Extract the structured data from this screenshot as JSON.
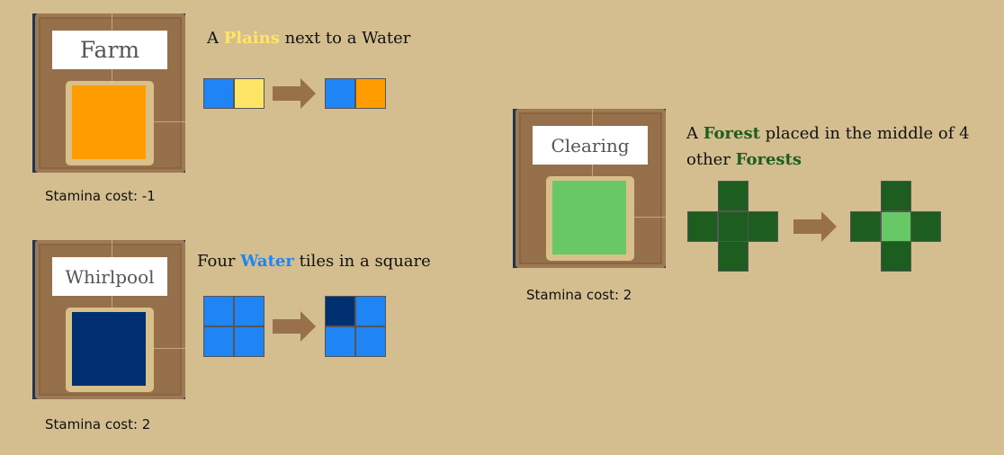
{
  "colors": {
    "water": "#1f85f5",
    "plains": "#ffe566",
    "farm": "#ff9c00",
    "whirlpool": "#00306f",
    "forest": "#1d5e20",
    "clearing": "#67c865",
    "arrow": "#98704a"
  },
  "rules": [
    {
      "id": "farm",
      "title": "Farm",
      "stamina": "Stamina cost: -1",
      "desc_pre": "A ",
      "desc_highlight": "Plains",
      "desc_highlight_color": "#ffe566",
      "desc_post": " next to a Water",
      "desc_extra": "",
      "desc_extra_highlight": "",
      "swatch": "farm",
      "before": [
        [
          0,
          0,
          "water"
        ],
        [
          1,
          0,
          "plains"
        ]
      ],
      "after": [
        [
          0,
          0,
          "water"
        ],
        [
          1,
          0,
          "farm"
        ]
      ]
    },
    {
      "id": "whirlpool",
      "title": "Whirlpool",
      "stamina": "Stamina cost: 2",
      "desc_pre": "Four ",
      "desc_highlight": "Water",
      "desc_highlight_color": "#1f85f5",
      "desc_post": " tiles in a square",
      "desc_extra": "",
      "desc_extra_highlight": "",
      "swatch": "whirlpool",
      "before": [
        [
          0,
          0,
          "water"
        ],
        [
          1,
          0,
          "water"
        ],
        [
          0,
          1,
          "water"
        ],
        [
          1,
          1,
          "water"
        ]
      ],
      "after": [
        [
          0,
          0,
          "whirlpool"
        ],
        [
          1,
          0,
          "water"
        ],
        [
          0,
          1,
          "water"
        ],
        [
          1,
          1,
          "water"
        ]
      ]
    },
    {
      "id": "clearing",
      "title": "Clearing",
      "stamina": "Stamina cost: 2",
      "desc_pre": "A ",
      "desc_highlight": "Forest",
      "desc_highlight_color": "#1d5e20",
      "desc_post": " placed in the middle of 4",
      "desc_extra": "other ",
      "desc_extra_highlight": "Forests",
      "swatch": "clearing",
      "before": [
        [
          1,
          0,
          "forest"
        ],
        [
          0,
          1,
          "forest"
        ],
        [
          1,
          1,
          "forest"
        ],
        [
          2,
          1,
          "forest"
        ],
        [
          1,
          2,
          "forest"
        ]
      ],
      "after": [
        [
          1,
          0,
          "forest"
        ],
        [
          0,
          1,
          "forest"
        ],
        [
          1,
          1,
          "clearing"
        ],
        [
          2,
          1,
          "forest"
        ],
        [
          1,
          2,
          "forest"
        ]
      ]
    }
  ]
}
